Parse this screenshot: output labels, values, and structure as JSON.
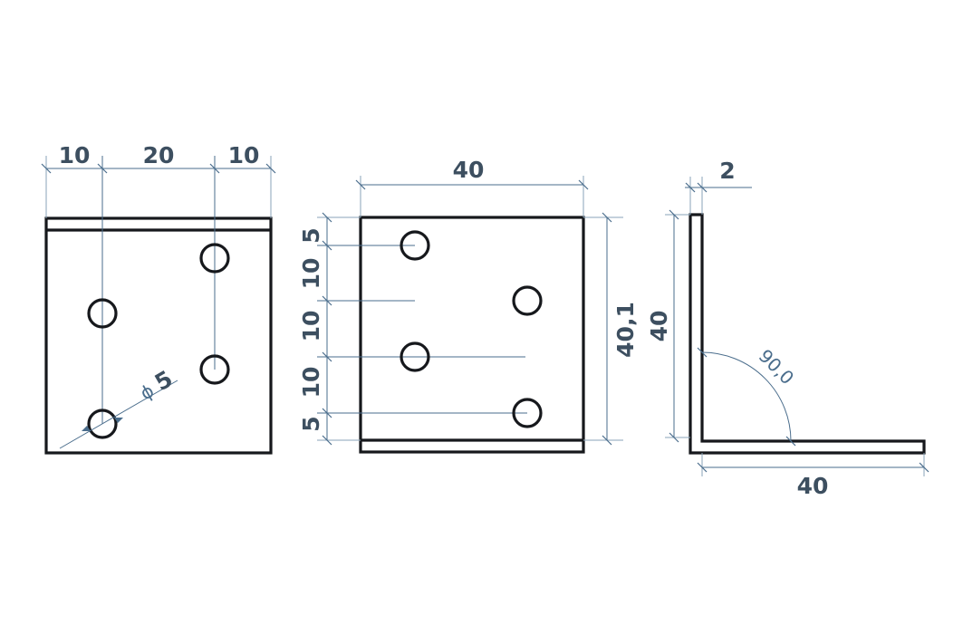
{
  "front_view": {
    "dim_left": "10",
    "dim_middle": "20",
    "dim_right": "10",
    "hole_diameter_symbol": "ϕ",
    "hole_diameter": "5"
  },
  "middle_view": {
    "dim_width": "40",
    "dim_height": "40,1",
    "dim_v1": "5",
    "dim_v2": "10",
    "dim_v3": "10",
    "dim_v4": "10",
    "dim_v5": "5"
  },
  "side_view": {
    "dim_thickness": "2",
    "dim_height": "40",
    "dim_length": "40",
    "angle": "90,0"
  },
  "colors": {
    "outline": "#16181c",
    "dimension": "#4a6d8c",
    "text": "#3d4f60"
  }
}
